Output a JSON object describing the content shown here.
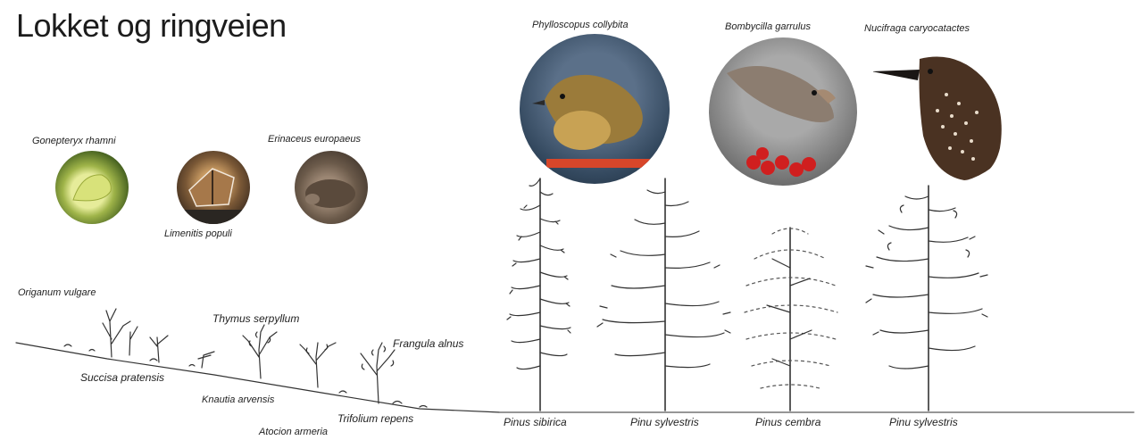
{
  "title": "Lokket og ringveien",
  "species": {
    "insects_mammals": [
      {
        "label": "Gonepteryx rhamni",
        "icon": "brimstone-butterfly",
        "color": "#b8cc6a"
      },
      {
        "label": "Limenitis populi",
        "icon": "poplar-admiral-butterfly",
        "color": "#8a6a4a"
      },
      {
        "label": "Erinaceus europaeus",
        "icon": "hedgehog",
        "color": "#6b5a4a"
      }
    ],
    "birds": [
      {
        "label": "Phylloscopus collybita",
        "icon": "chiffchaff-bird",
        "color": "#9b7b3a"
      },
      {
        "label": "Bombycilla garrulus",
        "icon": "waxwing-bird",
        "color": "#8c7d70"
      },
      {
        "label": "Nucifraga caryocatactes",
        "icon": "nutcracker-bird",
        "color": "#4a3222"
      }
    ]
  },
  "plants": [
    {
      "label": "Origanum vulgare"
    },
    {
      "label": "Thymus serpyllum"
    },
    {
      "label": "Frangula alnus"
    },
    {
      "label": "Succisa pratensis"
    },
    {
      "label": "Knautia arvensis"
    },
    {
      "label": "Trifolium repens"
    },
    {
      "label": "Atocion armeria"
    }
  ],
  "trees": [
    {
      "label": "Pinus sibirica"
    },
    {
      "label": "Pinu sylvestris"
    },
    {
      "label": "Pinus cembra"
    },
    {
      "label": "Pinu sylvestris"
    }
  ]
}
